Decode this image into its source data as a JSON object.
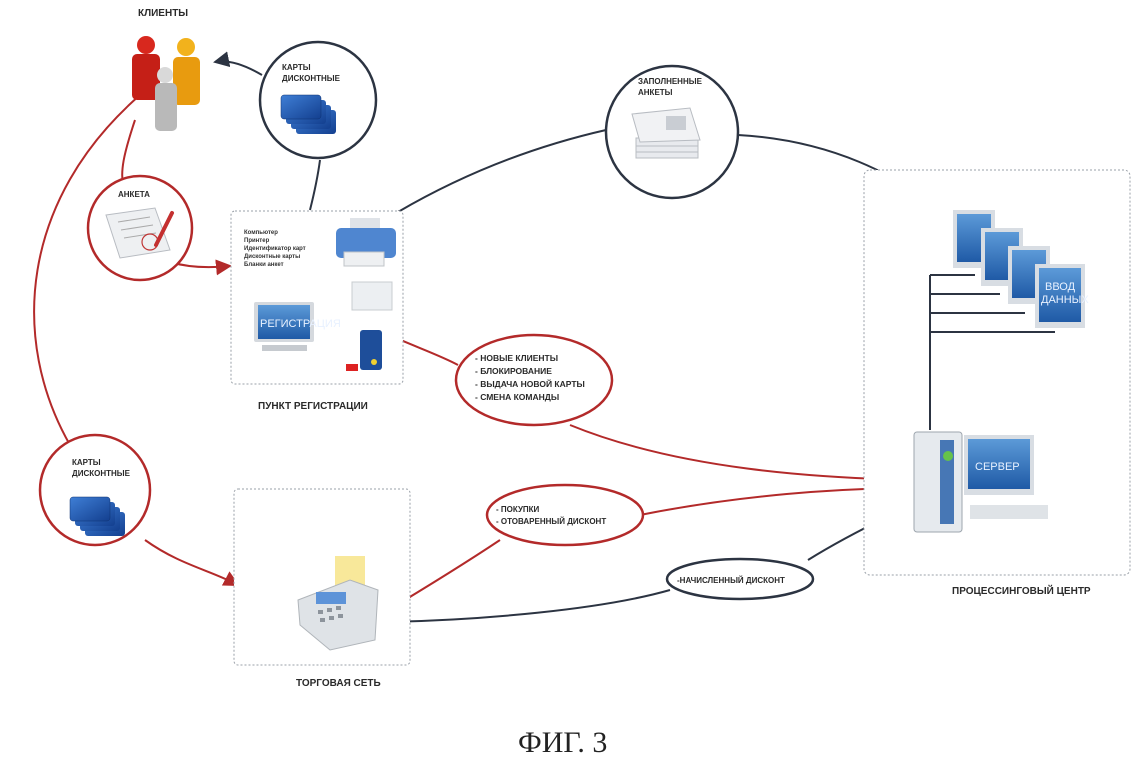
{
  "colors": {
    "red_line": "#b32a2a",
    "dark_line": "#2c3442",
    "screen_blue": "#2f6db3",
    "card_blue": "#1d55b0",
    "box_border": "#9aa0a8"
  },
  "nodes": {
    "clients": {
      "label": "КЛИЕНТЫ",
      "icon": "people-icon"
    },
    "registration": {
      "label": "ПУНКТ  РЕГИСТРАЦИИ",
      "equipment": [
        "Компьютер",
        "Принтер",
        "Идентификатор карт",
        "Дисконтные карты",
        "Бланки анкет"
      ],
      "screen_text": "РЕГИСТРАЦИЯ"
    },
    "retail": {
      "label": "ТОРГОВАЯ  СЕТЬ",
      "icon": "pos-terminal-icon"
    },
    "processing": {
      "label": "ПРОЦЕССИНГОВЫЙ  ЦЕНТР",
      "data_entry_screen": [
        "ВВОД",
        "ДАННЫХ"
      ],
      "server_screen": "СЕРВЕР"
    }
  },
  "bubbles": {
    "cards_top": [
      "КАРТЫ",
      "ДИСКОНТНЫЕ"
    ],
    "form": "АНКЕТА",
    "filled_forms": [
      "ЗАПОЛНЕННЫЕ",
      "АНКЕТЫ"
    ],
    "cards_left": [
      "КАРТЫ",
      "ДИСКОНТНЫЕ"
    ],
    "registration_events": [
      "- НОВЫЕ КЛИЕНТЫ",
      "- БЛОКИРОВАНИЕ",
      "- ВЫДАЧА НОВОЙ КАРТЫ",
      "- СМЕНА КОМАНДЫ"
    ],
    "purchases": [
      "- ПОКУПКИ",
      "- ОТОВАРЕННЫЙ ДИСКОНТ"
    ],
    "accrued": "-НАЧИСЛЕННЫЙ ДИСКОНТ"
  },
  "caption": "ФИГ. 3"
}
